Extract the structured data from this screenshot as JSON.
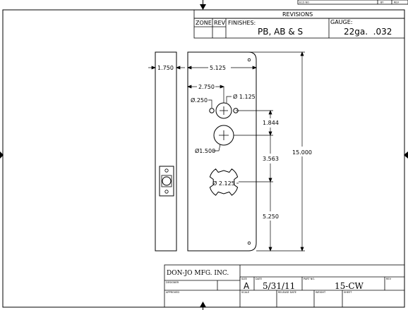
{
  "revisions": {
    "header": "REVISIONS",
    "top_small": [
      "ECO NO",
      "BY",
      "REV"
    ],
    "zone_label": "ZONE",
    "rev_label": "REV",
    "finishes_label": "FINISHES:",
    "finishes_value": "PB, AB & S",
    "gauge_label": "GAUGE:",
    "gauge_value": "22ga.  .032"
  },
  "dimensions": {
    "side_width": "1.750",
    "plate_width": "5.125",
    "hole_offset": "2.750",
    "small_hole_dia": "Ø.250",
    "upper_hole_dia": "Ø 1.125",
    "middle_hole_dia": "Ø1.500",
    "lower_hole_dia": "Ø 2.125",
    "top_spacing": "1.844",
    "mid_spacing": "3.563",
    "bottom_spacing": "5.250",
    "overall_height": "15.000"
  },
  "title_block": {
    "company": "DON-JO MFG. INC.",
    "size_label": "SIZE",
    "size_value": "A",
    "date_label": "DATE",
    "date_value": "5/31/11",
    "part_label": "PART NO.",
    "part_value": "15-CW",
    "rev_label": "REV",
    "row_labels": [
      "DESIGNER",
      "APPROVED",
      "SCALE",
      "RELEASE DATE",
      "WEIGHT",
      "SHEET"
    ]
  }
}
